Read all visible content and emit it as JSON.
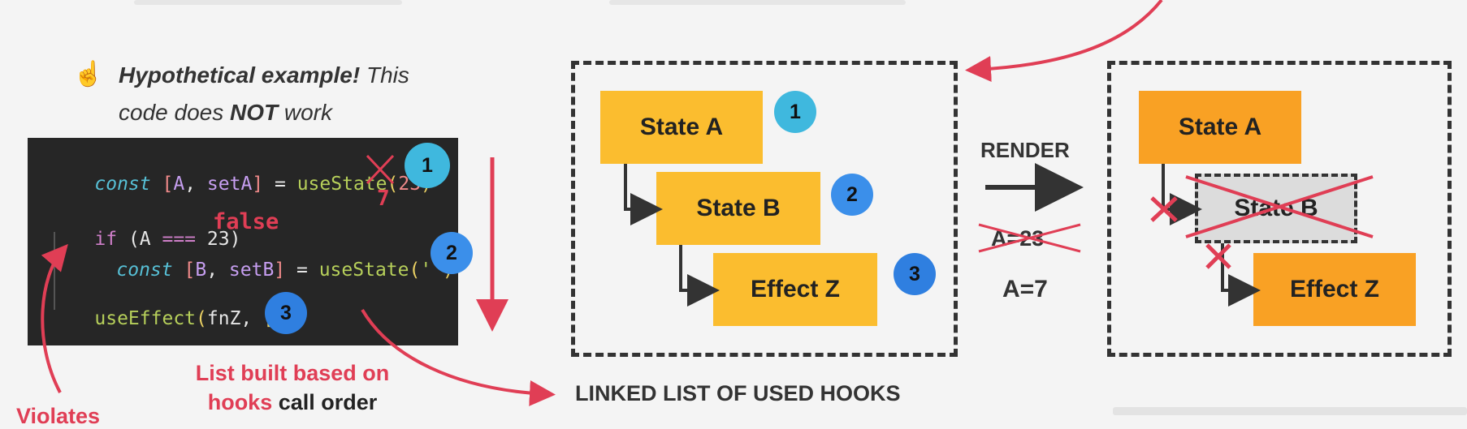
{
  "note": {
    "emphasis": "Hypothetical example!",
    "text1": " This",
    "text2a": "code does ",
    "text2b": "NOT",
    "text2c": " work"
  },
  "code": {
    "line1": {
      "kw": "const",
      "bracket_open": " [",
      "a": "A",
      "comma": ", ",
      "seta": "setA",
      "bracket_close": "]",
      "eq": " = ",
      "fn": "useState",
      "paren_open": "(",
      "arg": "23",
      "paren_close": ")"
    },
    "replacement": "7",
    "line2": {
      "kw": "if",
      "rest": " (A ",
      "op": "===",
      "val": " 23)"
    },
    "false_label": "false",
    "line3": {
      "kw": "const",
      "bracket_open": " [",
      "b": "B",
      "comma": ", ",
      "setb": "setB",
      "bracket_close": "]",
      "eq": " = ",
      "fn": "useState",
      "paren_open": "(",
      "arg": "''",
      "paren_close": ")"
    },
    "line4": {
      "fn": "useEffect",
      "paren_open": "(",
      "arg": "fnZ",
      "comma": ", ",
      "arr": "[]",
      "paren_close": ")"
    }
  },
  "badges": [
    "1",
    "2",
    "3"
  ],
  "annotations": {
    "list_built_1": "List built based on",
    "list_built_2a": "hooks ",
    "list_built_2b": "call order",
    "violates": "Violates"
  },
  "left_list": {
    "items": [
      "State A",
      "State B",
      "Effect Z"
    ],
    "badges": [
      "1",
      "2",
      "3"
    ],
    "caption": "LINKED LIST OF USED HOOKS"
  },
  "render": {
    "label": "RENDER",
    "old_value": "A=23",
    "new_value": "A=7"
  },
  "right_list": {
    "items": [
      "State A",
      "State B",
      "Effect Z"
    ]
  },
  "colors": {
    "yellow": "#fbbd2f",
    "orange": "#f9a124",
    "red": "#e03e55",
    "cyan_badge": "#3fb8de",
    "blue_badge": "#3b8fea",
    "code_bg": "#262626"
  }
}
